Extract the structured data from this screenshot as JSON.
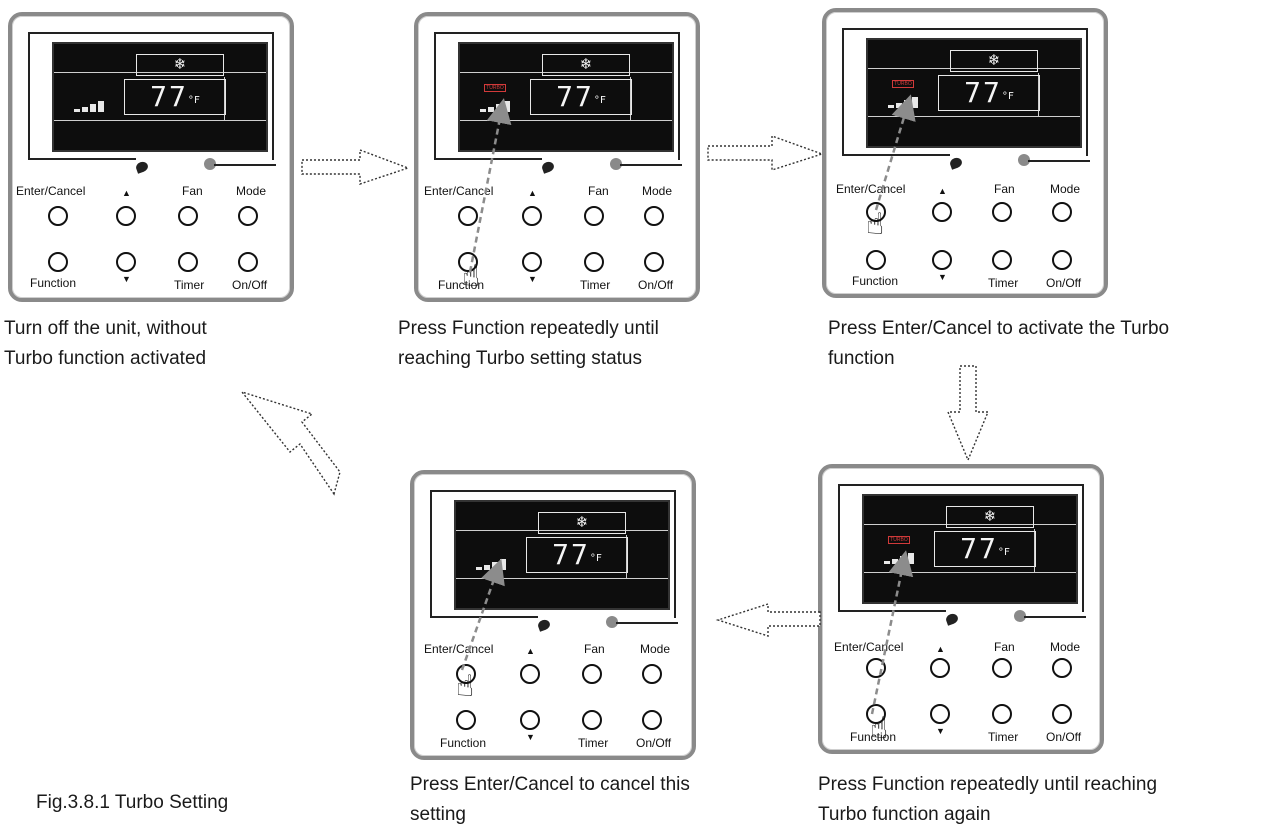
{
  "labels": {
    "enter_cancel": "Enter/Cancel",
    "up": "▲",
    "fan": "Fan",
    "mode": "Mode",
    "function": "Function",
    "down": "▼",
    "timer": "Timer",
    "on_off": "On/Off",
    "temperature": "77",
    "unit": "°F",
    "snowflake": "❄",
    "turbo": "TURBO"
  },
  "captions": {
    "step1": [
      "Turn off the unit, without",
      "Turbo function activated"
    ],
    "step2": [
      "Press Function repeatedly until",
      "reaching Turbo setting status"
    ],
    "step3": [
      "Press Enter/Cancel to activate the Turbo",
      "function"
    ],
    "step4": [
      "Press Function repeatedly until reaching",
      "Turbo function again"
    ],
    "step5": [
      "Press Enter/Cancel to cancel this",
      "setting"
    ]
  },
  "figure_caption": "Fig.3.8.1 Turbo Setting",
  "colors": {
    "frame": "#8a8a8a",
    "screen": "#0d0d0d",
    "turbo": "#d23a3a",
    "pointer": "#8c8c8c"
  }
}
